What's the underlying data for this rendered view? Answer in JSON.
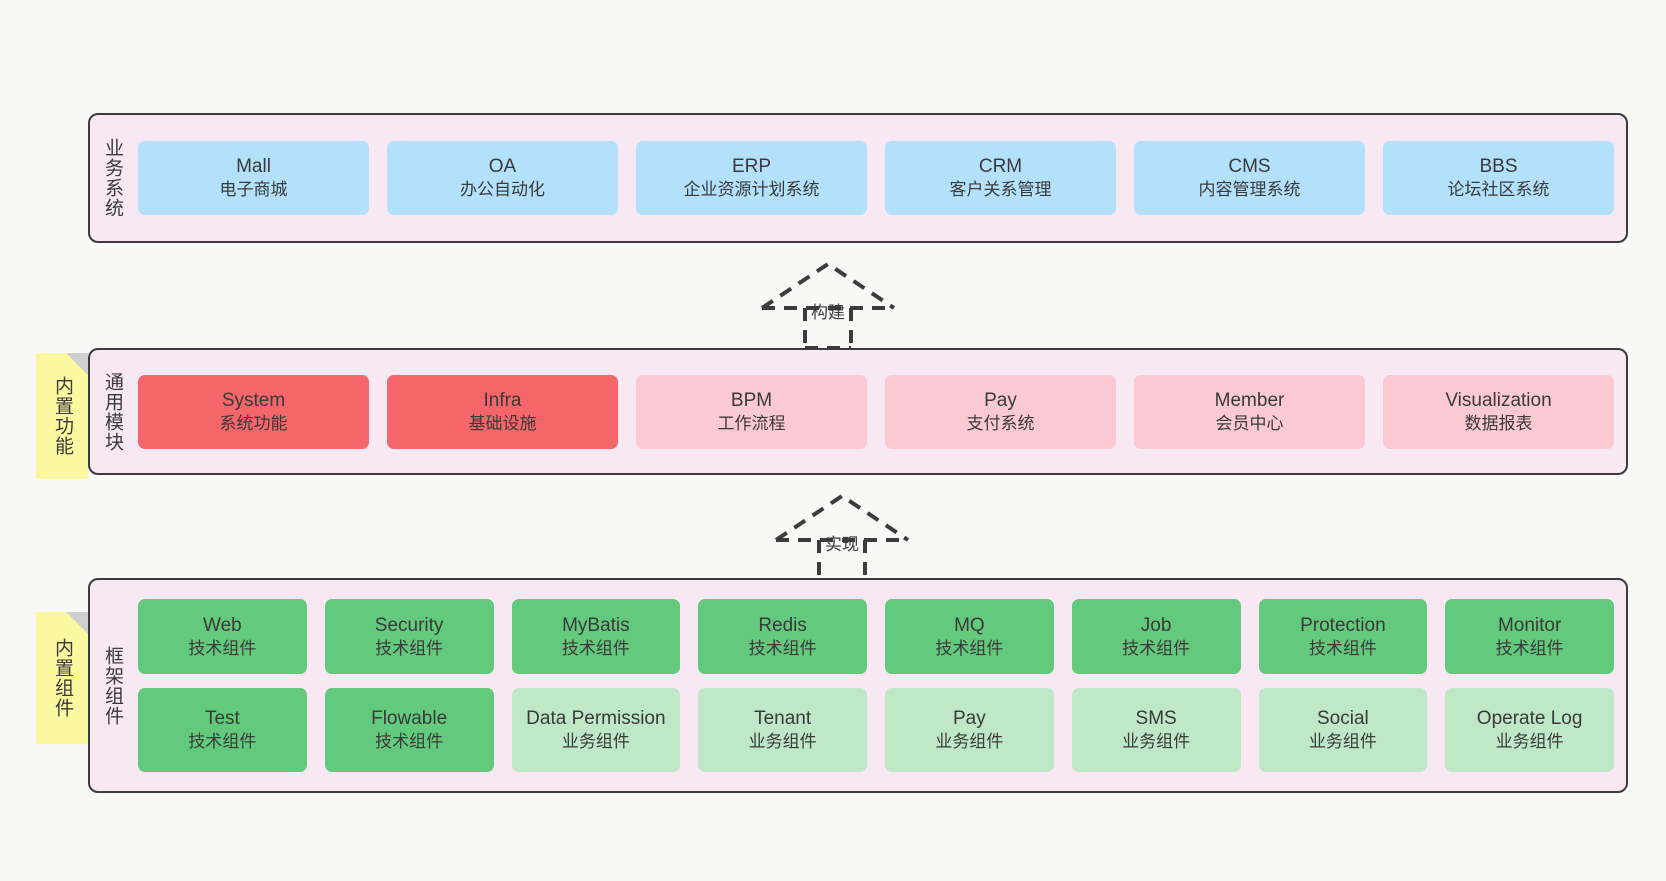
{
  "diagram": {
    "background": "#f8f8f7",
    "panel_fill": "#f8e8f4",
    "panel_border": "#3c3c3c",
    "note_fill": "#fbf8a0"
  },
  "layers": [
    {
      "id": "business-system",
      "title": "业务系统",
      "rows": [
        {
          "cards": [
            {
              "en": "Mall",
              "cn": "电子商城",
              "color": "#b3e0fb",
              "style": "c-blue"
            },
            {
              "en": "OA",
              "cn": "办公自动化",
              "color": "#b3e0fb",
              "style": "c-blue"
            },
            {
              "en": "ERP",
              "cn": "企业资源计划系统",
              "color": "#b3e0fb",
              "style": "c-blue"
            },
            {
              "en": "CRM",
              "cn": "客户关系管理",
              "color": "#b3e0fb",
              "style": "c-blue"
            },
            {
              "en": "CMS",
              "cn": "内容管理系统",
              "color": "#b3e0fb",
              "style": "c-blue"
            },
            {
              "en": "BBS",
              "cn": "论坛社区系统",
              "color": "#b3e0fb",
              "style": "c-blue"
            }
          ]
        }
      ]
    },
    {
      "id": "common-module",
      "title": "通用模块",
      "note": "内置功能",
      "rows": [
        {
          "cards": [
            {
              "en": "System",
              "cn": "系统功能",
              "color": "#f4666a",
              "style": "c-red"
            },
            {
              "en": "Infra",
              "cn": "基础设施",
              "color": "#f4666a",
              "style": "c-red"
            },
            {
              "en": "BPM",
              "cn": "工作流程",
              "color": "#fbc9d2",
              "style": "c-pink"
            },
            {
              "en": "Pay",
              "cn": "支付系统",
              "color": "#fbc9d2",
              "style": "c-pink"
            },
            {
              "en": "Member",
              "cn": "会员中心",
              "color": "#fbc9d2",
              "style": "c-pink"
            },
            {
              "en": "Visualization",
              "cn": "数据报表",
              "color": "#fbc9d2",
              "style": "c-pink"
            }
          ]
        }
      ]
    },
    {
      "id": "framework-component",
      "title": "框架组件",
      "note": "内置组件",
      "rows": [
        {
          "cards": [
            {
              "en": "Web",
              "cn": "技术组件",
              "color": "#63c97c",
              "style": "c-green"
            },
            {
              "en": "Security",
              "cn": "技术组件",
              "color": "#63c97c",
              "style": "c-green"
            },
            {
              "en": "MyBatis",
              "cn": "技术组件",
              "color": "#63c97c",
              "style": "c-green"
            },
            {
              "en": "Redis",
              "cn": "技术组件",
              "color": "#63c97c",
              "style": "c-green"
            },
            {
              "en": "MQ",
              "cn": "技术组件",
              "color": "#63c97c",
              "style": "c-green"
            },
            {
              "en": "Job",
              "cn": "技术组件",
              "color": "#63c97c",
              "style": "c-green"
            },
            {
              "en": "Protection",
              "cn": "技术组件",
              "color": "#63c97c",
              "style": "c-green"
            },
            {
              "en": "Monitor",
              "cn": "技术组件",
              "color": "#63c97c",
              "style": "c-green"
            }
          ]
        },
        {
          "cards": [
            {
              "en": "Test",
              "cn": "技术组件",
              "color": "#63c97c",
              "style": "c-green"
            },
            {
              "en": "Flowable",
              "cn": "技术组件",
              "color": "#63c97c",
              "style": "c-green"
            },
            {
              "en": "Data Permission",
              "cn": "业务组件",
              "color": "#bfe8c7",
              "style": "c-lightgreen",
              "wrap": true
            },
            {
              "en": "Tenant",
              "cn": "业务组件",
              "color": "#bfe8c7",
              "style": "c-lightgreen"
            },
            {
              "en": "Pay",
              "cn": "业务组件",
              "color": "#bfe8c7",
              "style": "c-lightgreen"
            },
            {
              "en": "SMS",
              "cn": "业务组件",
              "color": "#bfe8c7",
              "style": "c-lightgreen"
            },
            {
              "en": "Social",
              "cn": "业务组件",
              "color": "#bfe8c7",
              "style": "c-lightgreen"
            },
            {
              "en": "Operate Log",
              "cn": "业务组件",
              "color": "#bfe8c7",
              "style": "c-lightgreen"
            }
          ]
        }
      ]
    }
  ],
  "connectors": [
    {
      "id": "build",
      "label": "构建",
      "from": "common-module",
      "to": "business-system"
    },
    {
      "id": "implement",
      "label": "实现",
      "from": "framework-component",
      "to": "common-module"
    }
  ]
}
